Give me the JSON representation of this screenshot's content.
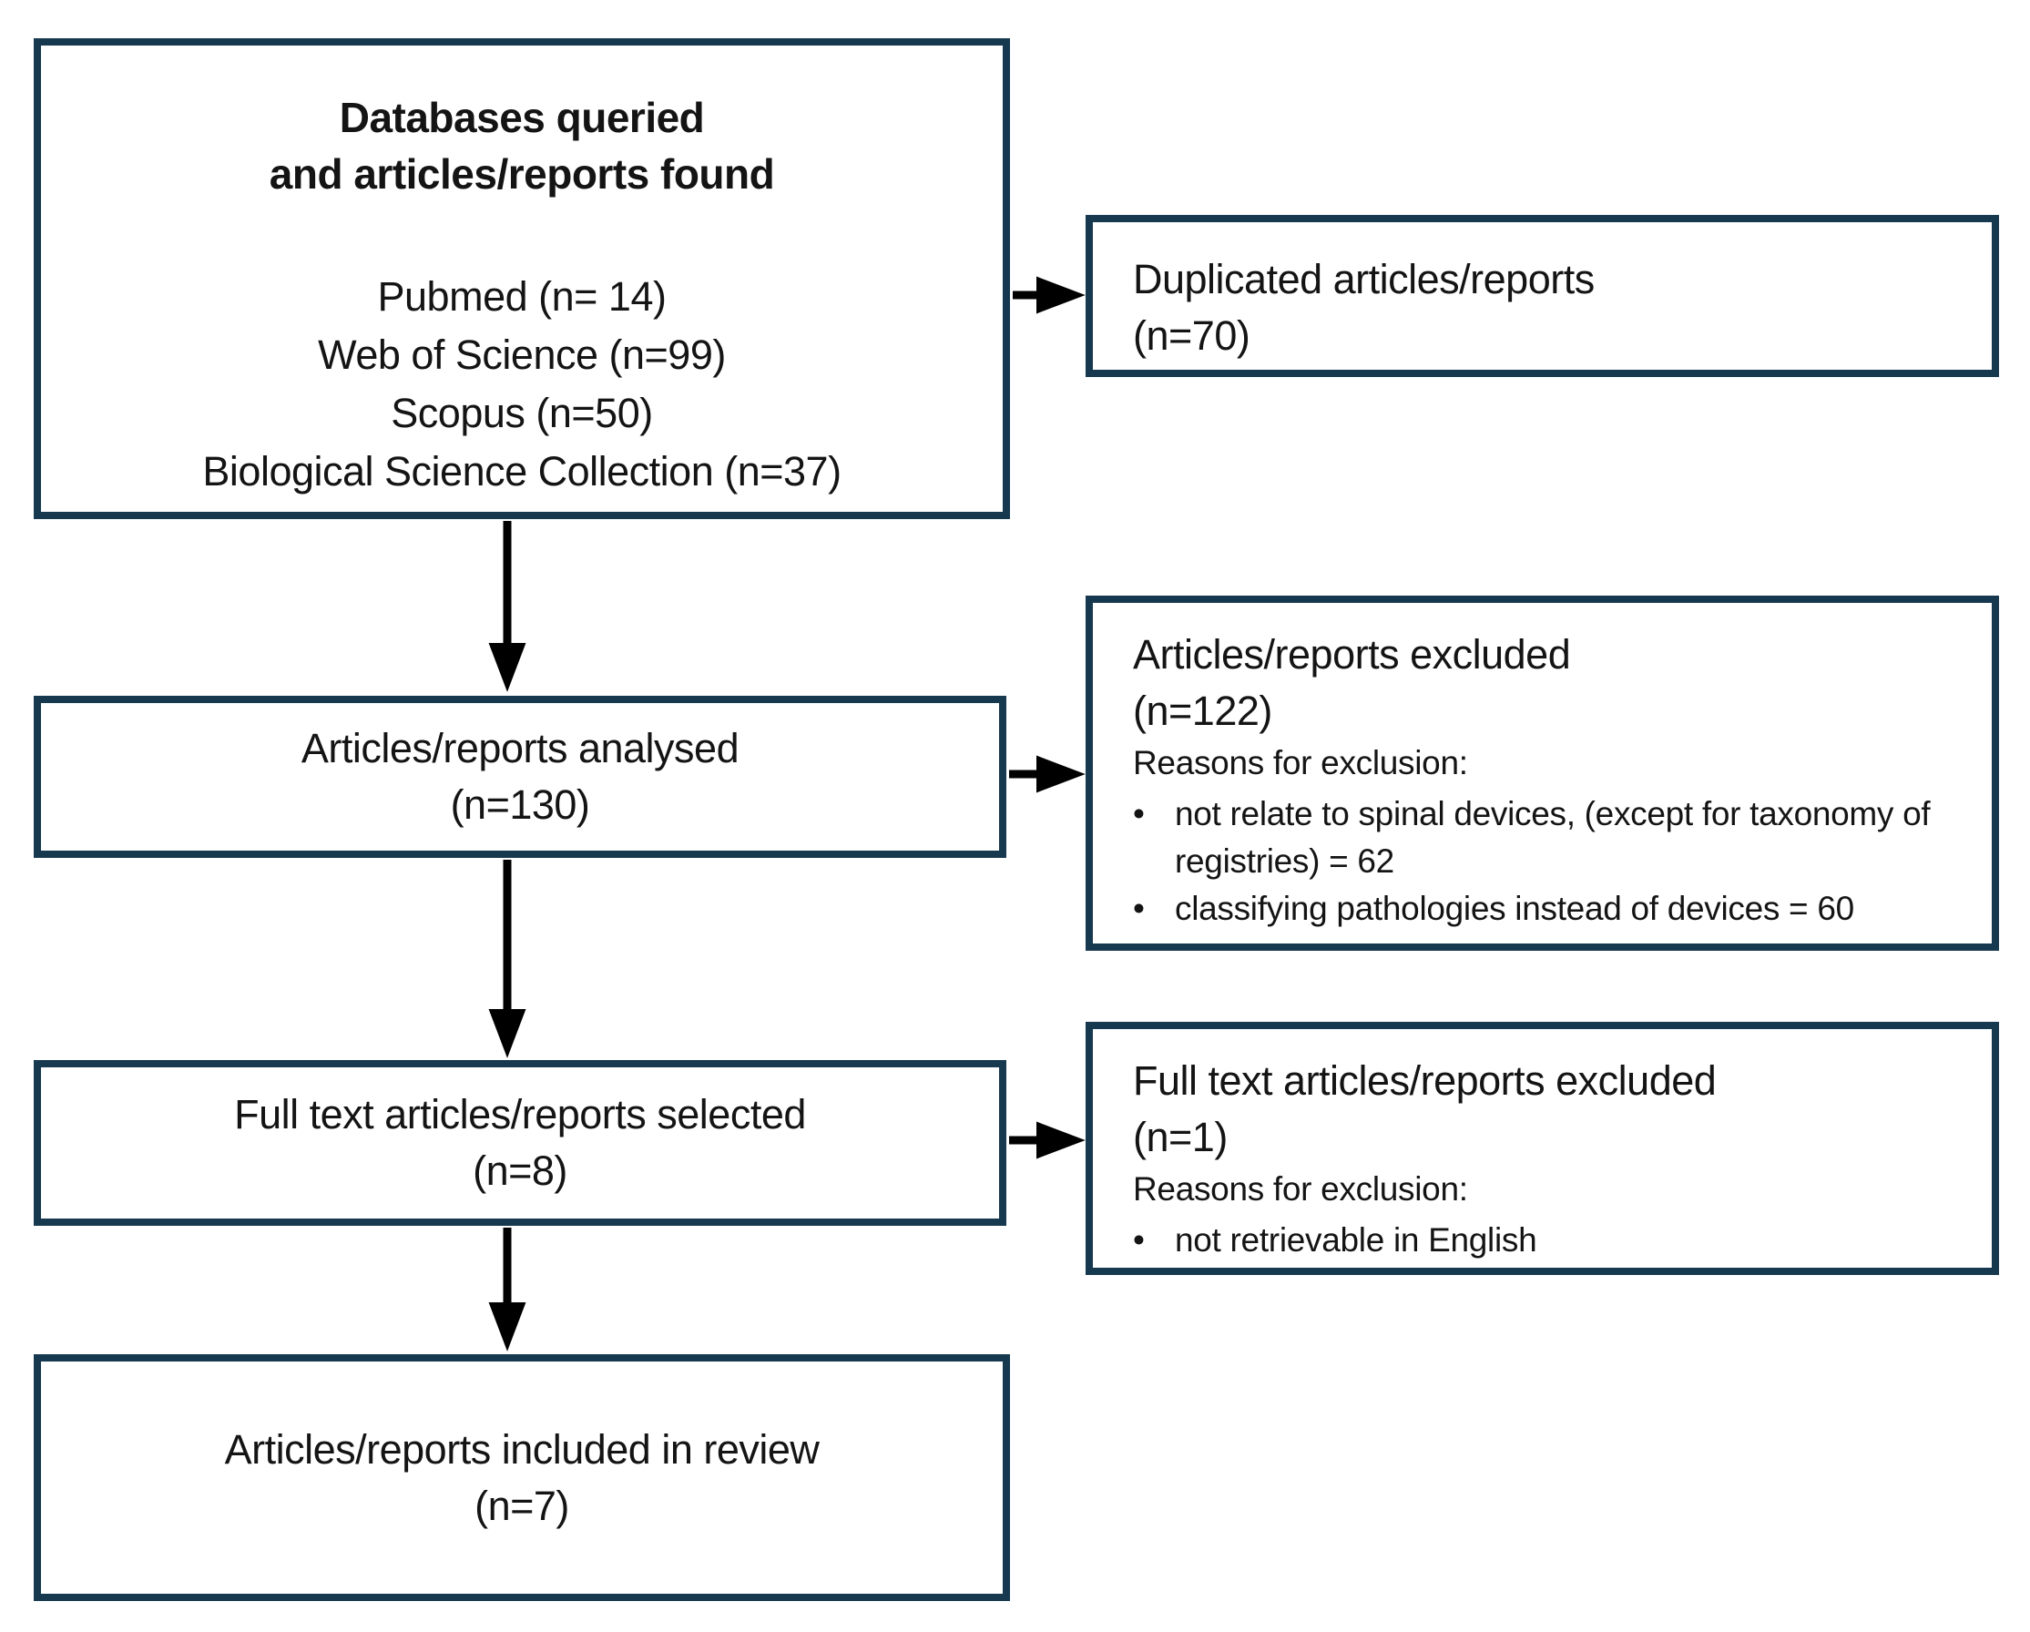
{
  "colors": {
    "box_border": "#17394f",
    "arrow": "#000000",
    "text": "#141414",
    "background": "#ffffff"
  },
  "boxes": {
    "sources": {
      "title_line1": "Databases queried",
      "title_line2": "and articles/reports found",
      "items": [
        "Pubmed (n= 14)",
        "Web of Science (n=99)",
        "Scopus (n=50)",
        "Biological Science Collection (n=37)"
      ]
    },
    "analysed": {
      "line1": "Articles/reports analysed",
      "line2": "(n=130)"
    },
    "selected": {
      "line1": "Full text articles/reports selected",
      "line2": "(n=8)"
    },
    "included": {
      "line1": "Articles/reports included in review",
      "line2": "(n=7)"
    },
    "duplicated": {
      "line1": "Duplicated articles/reports",
      "line2": "(n=70)"
    },
    "excluded": {
      "line1": "Articles/reports excluded",
      "line2": "(n=122)",
      "reasons_label": "Reasons for exclusion:",
      "reasons": [
        "not relate to spinal devices, (except for taxonomy of registries) = 62",
        "classifying pathologies instead of devices = 60"
      ]
    },
    "fulltext_excluded": {
      "line1": "Full text articles/reports excluded",
      "line2": "(n=1)",
      "reasons_label": "Reasons for exclusion:",
      "reasons": [
        "not retrievable in English"
      ]
    }
  }
}
